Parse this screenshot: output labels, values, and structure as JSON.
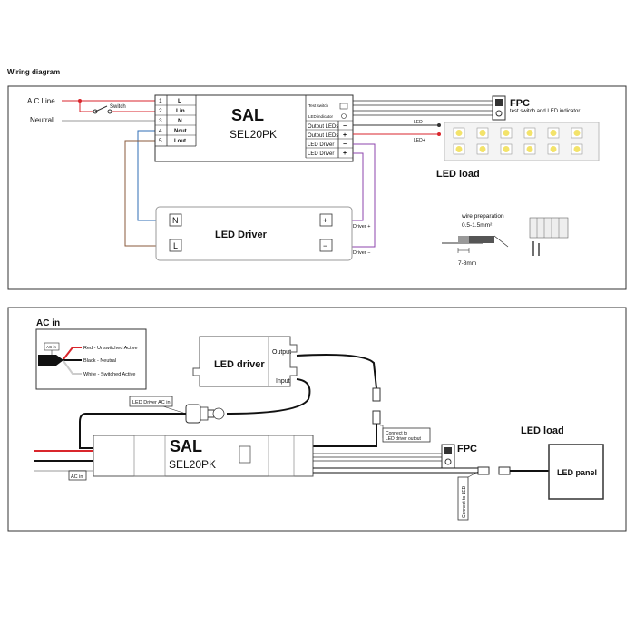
{
  "top_title": "Wiring diagram",
  "top": {
    "ac_line": "A.C.Line",
    "neutral": "Neutral",
    "switch": "Switch",
    "terminal_nums": [
      "1",
      "2",
      "3",
      "4",
      "5"
    ],
    "terminal_labels": [
      "L",
      "Lin",
      "N",
      "Nout",
      "Lout"
    ],
    "brand": "SAL",
    "model": "SEL20PK",
    "right_labels": [
      "Test switch",
      "LED indicator",
      "Output LEDs",
      "Output LEDs",
      "LED Driver",
      "LED Driver"
    ],
    "right_signs": [
      "",
      "",
      "−",
      "+",
      "−",
      "+"
    ],
    "fpc": "FPC",
    "fpc_sub": "test switch and LED indicator",
    "led_minus": "LED−",
    "led_plus": "LED+",
    "led_load": "LED load",
    "driver_title": "LED Driver",
    "driver_n": "N",
    "driver_l": "L",
    "driver_plus_sign": "+",
    "driver_minus_sign": "−",
    "driver_plus": "Driver +",
    "driver_minus": "Driver −",
    "wire_prep_1": "wire preparation",
    "wire_prep_2": "0.5-1.5mm²",
    "wire_len": "7-8mm"
  },
  "bottom": {
    "ac_in": "AC in",
    "legend_tag": "AC in",
    "legend": [
      "Red - Unswitched Active",
      "Black - Neutral",
      "White - Switched Active"
    ],
    "driver_title": "LED driver",
    "output": "Output",
    "input": "Input",
    "driver_ac_in": "LED Driver AC in",
    "brand": "SAL",
    "model": "SEL20PK",
    "ac_in_tag": "AC in",
    "connect_driver_1": "Connect to",
    "connect_driver_2": "LED driver output",
    "fpc": "FPC",
    "connect_led": "Connect to LED",
    "led_load": "LED load",
    "led_panel": "LED panel"
  },
  "colors": {
    "red": "#d9262c",
    "blue": "#2f6db5",
    "brown": "#8a5a3b",
    "purple": "#8e44ad",
    "grey": "#777777"
  }
}
